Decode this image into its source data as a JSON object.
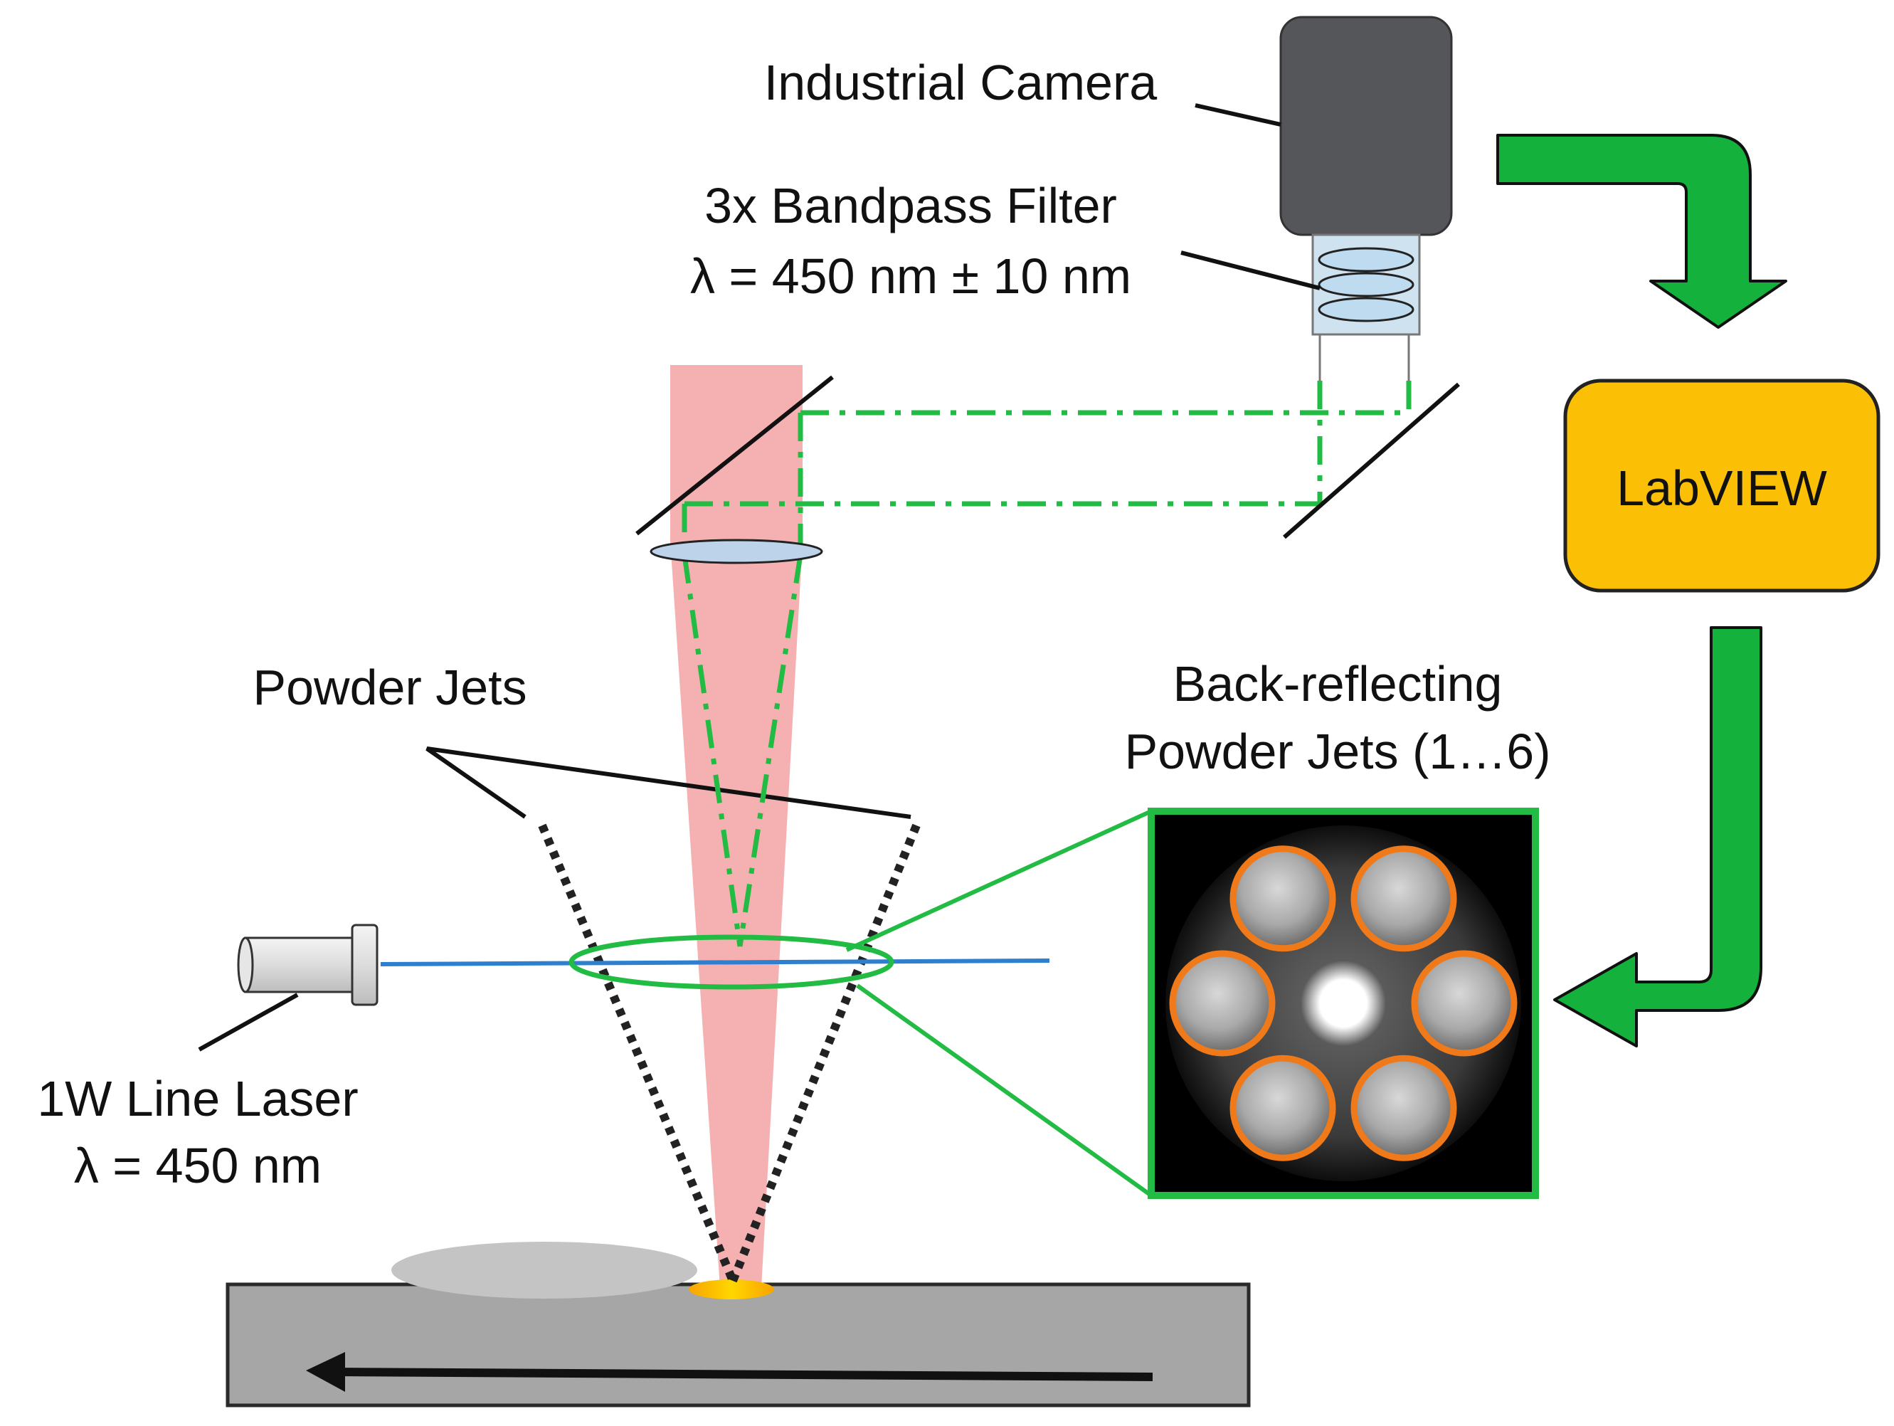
{
  "labels": {
    "camera": "Industrial Camera",
    "filter_line1": "3x Bandpass Filter",
    "filter_line2": "λ = 450 nm ± 10 nm",
    "powder_jets": "Powder Jets",
    "backreflect_line1": "Back-reflecting",
    "backreflect_line2": "Powder Jets (1…6)",
    "laser_line1": "1W Line Laser",
    "laser_line2": "λ = 450 nm",
    "labview": "LabVIEW"
  },
  "colors": {
    "camera_body": "#555659",
    "filter_glass": "#bfdbef",
    "process_beam": "#f4a8a8",
    "optical_path": "#22bb44",
    "flow_arrow": "#14b23c",
    "labview_box": "#fbbf06",
    "line_laser": "#2f7fd0",
    "jet_circles": "#f07a1a",
    "substrate": "#a6a6a6",
    "melt_pool": "#f6b800"
  },
  "icons": {
    "flow_arrows": "curved-arrow-icon",
    "scan_direction": "left-arrow-icon"
  },
  "jet_count": 6
}
